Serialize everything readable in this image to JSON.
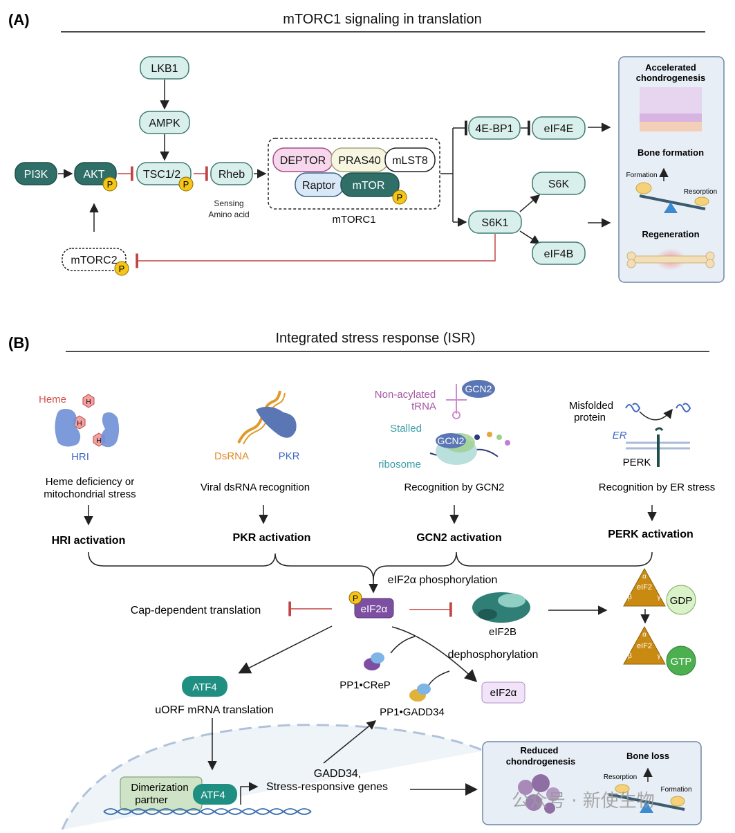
{
  "panelA": {
    "label": "(A)",
    "title": "mTORC1 signaling in translation",
    "nodes": {
      "lkb1": "LKB1",
      "ampk": "AMPK",
      "pi3k": "PI3K",
      "akt": "AKT",
      "tsc": "TSC1/2",
      "rheb": "Rheb",
      "sensing": "Sensing",
      "amino": "Amino acid",
      "deptor": "DEPTOR",
      "pras40": "PRAS40",
      "mlst8": "mLST8",
      "raptor": "Raptor",
      "mtor": "mTOR",
      "mtorc1": "mTORC1",
      "mtorc2": "mTORC2",
      "ebp1": "4E-BP1",
      "eif4e": "eIF4E",
      "s6k": "S6K",
      "s6k1": "S6K1",
      "eif4b": "eIF4B",
      "p": "P"
    },
    "outcomes": {
      "accelerated": "Accelerated",
      "chondrogenesis": "chondrogenesis",
      "bone_formation": "Bone formation",
      "formation": "Formation",
      "resorption": "Resorption",
      "regeneration": "Regeneration"
    }
  },
  "panelB": {
    "label": "(B)",
    "title": "Integrated stress response (ISR)",
    "hri": {
      "heme": "Heme",
      "h": "H",
      "name": "HRI",
      "line1": "Heme deficiency or",
      "line2": "mitochondrial stress",
      "activation": "HRI activation"
    },
    "pkr": {
      "dsrna": "DsRNA",
      "name": "PKR",
      "desc": "Viral dsRNA recognition",
      "activation": "PKR activation"
    },
    "gcn2": {
      "trna1": "Non-acylated",
      "trna2": "tRNA",
      "name": "GCN2",
      "stalled1": "Stalled",
      "stalled2": "ribosome",
      "desc": "Recognition by GCN2",
      "activation": "GCN2 activation"
    },
    "perk": {
      "misfolded1": "Misfolded",
      "misfolded2": "protein",
      "er": "ER",
      "name": "PERK",
      "desc": "Recognition by ER stress",
      "activation": "PERK activation"
    },
    "core": {
      "phos": "eIF2α phosphorylation",
      "cap": "Cap-dependent translation",
      "eif2a": "eIF2α",
      "eif2b": "eIF2B",
      "dephos": "dephosphorylation",
      "ppcrep": "PP1•CReP",
      "ppgadd": "PP1•GADD34",
      "eif2a_free": "eIF2α",
      "atf4": "ATF4",
      "uorf": "uORF mRNA translation",
      "dimer1": "Dimerization",
      "dimer2": "partner",
      "gadd1": "GADD34,",
      "gadd2": "Stress-responsive genes",
      "gdp": "GDP",
      "gtp": "GTP",
      "eif2": "eIF2",
      "alpha": "α",
      "beta": "β",
      "gamma": "γ"
    },
    "outcome": {
      "reduced": "Reduced",
      "chondrogenesis": "chondrogenesis",
      "bone_loss": "Bone loss",
      "resorption": "Resorption",
      "formation": "Formation"
    }
  },
  "watermark": "公众号 · 新使生物",
  "colors": {
    "dark_teal": "#2f6f68",
    "light_teal": "#d8efeb",
    "inhibit_red": "#c24545",
    "phospho_yellow": "#f5c518",
    "eif2_purple": "#7d4fa3",
    "gold": "#c98a12"
  }
}
